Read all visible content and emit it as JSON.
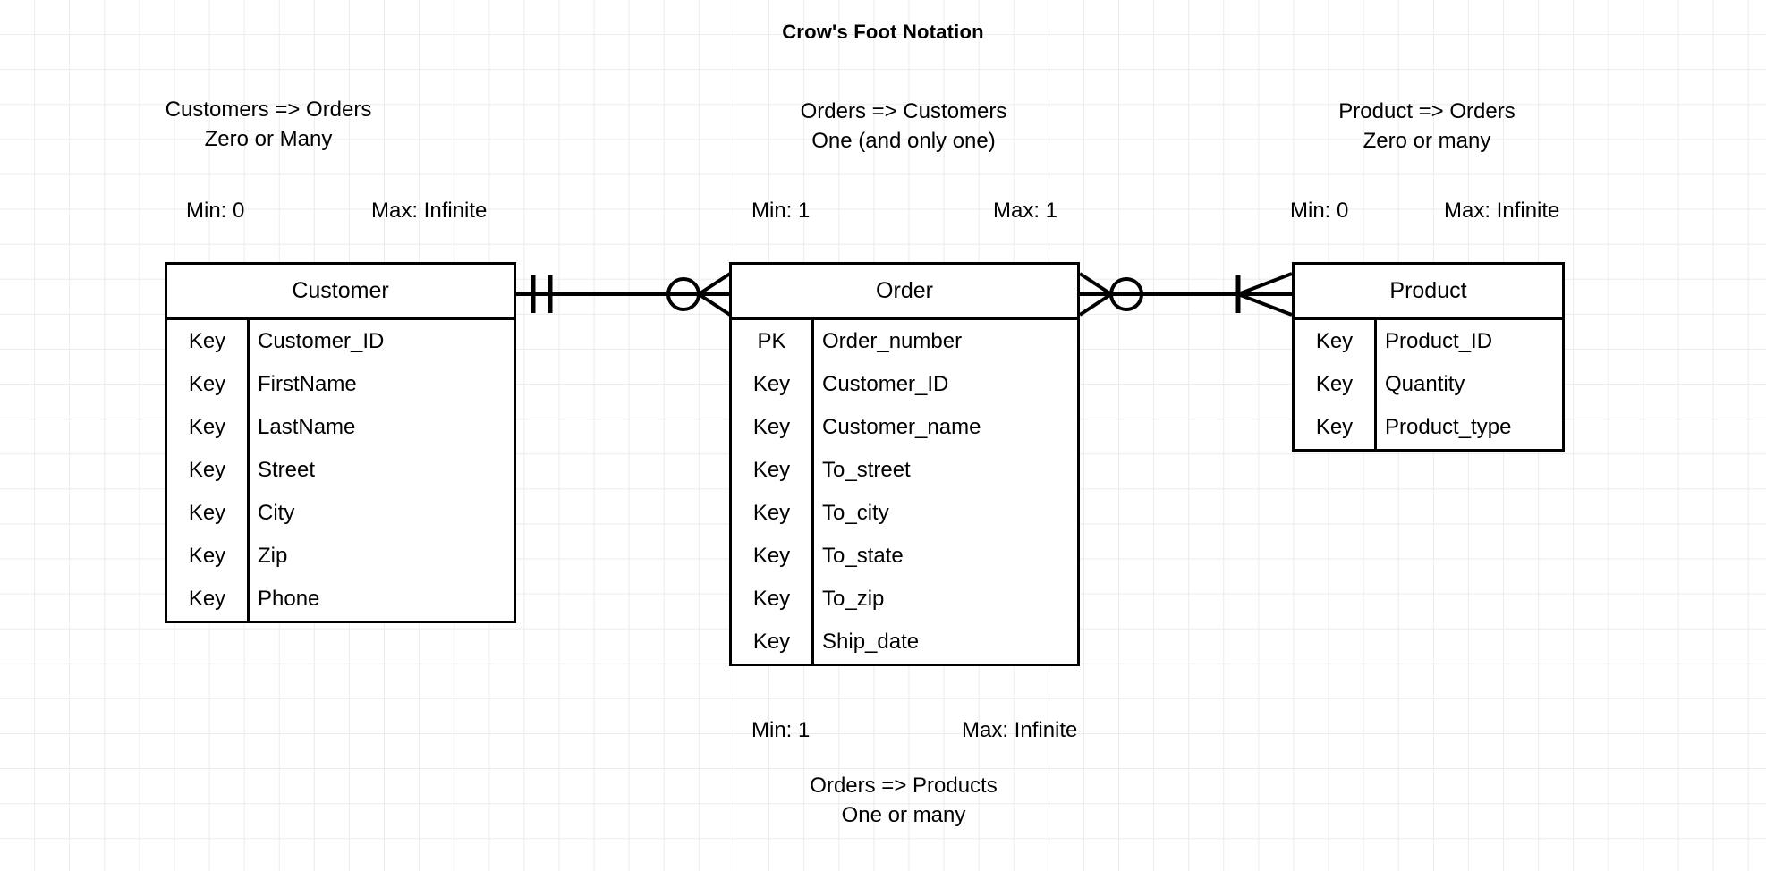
{
  "title": "Crow's Foot Notation",
  "relationships": {
    "customers_to_orders": {
      "line1": "Customers => Orders",
      "line2": "Zero or Many",
      "min": "Min: 0",
      "max": "Max: Infinite"
    },
    "orders_to_customers": {
      "line1": "Orders => Customers",
      "line2": "One (and only one)",
      "min": "Min: 1",
      "max": "Max: 1"
    },
    "product_to_orders": {
      "line1": "Product => Orders",
      "line2": "Zero or many",
      "min": "Min: 0",
      "max": "Max: Infinite"
    },
    "orders_to_products": {
      "line1": "Orders => Products",
      "line2": "One or many",
      "min": "Min: 1",
      "max": "Max: Infinite"
    }
  },
  "entities": {
    "customer": {
      "name": "Customer",
      "attributes": [
        {
          "key": "Key",
          "field": "Customer_ID"
        },
        {
          "key": "Key",
          "field": "FirstName"
        },
        {
          "key": "Key",
          "field": "LastName"
        },
        {
          "key": "Key",
          "field": "Street"
        },
        {
          "key": "Key",
          "field": "City"
        },
        {
          "key": "Key",
          "field": "Zip"
        },
        {
          "key": "Key",
          "field": "Phone"
        }
      ]
    },
    "order": {
      "name": "Order",
      "attributes": [
        {
          "key": "PK",
          "field": "Order_number"
        },
        {
          "key": "Key",
          "field": "Customer_ID"
        },
        {
          "key": "Key",
          "field": "Customer_name"
        },
        {
          "key": "Key",
          "field": "To_street"
        },
        {
          "key": "Key",
          "field": "To_city"
        },
        {
          "key": "Key",
          "field": "To_state"
        },
        {
          "key": "Key",
          "field": "To_zip"
        },
        {
          "key": "Key",
          "field": "Ship_date"
        }
      ]
    },
    "product": {
      "name": "Product",
      "attributes": [
        {
          "key": "Key",
          "field": "Product_ID"
        },
        {
          "key": "Key",
          "field": "Quantity"
        },
        {
          "key": "Key",
          "field": "Product_type"
        }
      ]
    }
  },
  "connectors": {
    "customer_order": {
      "left_symbol": "one-and-only-one-double-bar",
      "right_symbol": "zero-or-many-circle-crowsfoot"
    },
    "order_product": {
      "left_symbol": "zero-or-many-circle-crowsfoot",
      "right_symbol": "one-or-many-bar-crowsfoot"
    }
  },
  "colors": {
    "stroke": "#000000",
    "background": "#ffffff",
    "grid": "#ebebeb"
  }
}
